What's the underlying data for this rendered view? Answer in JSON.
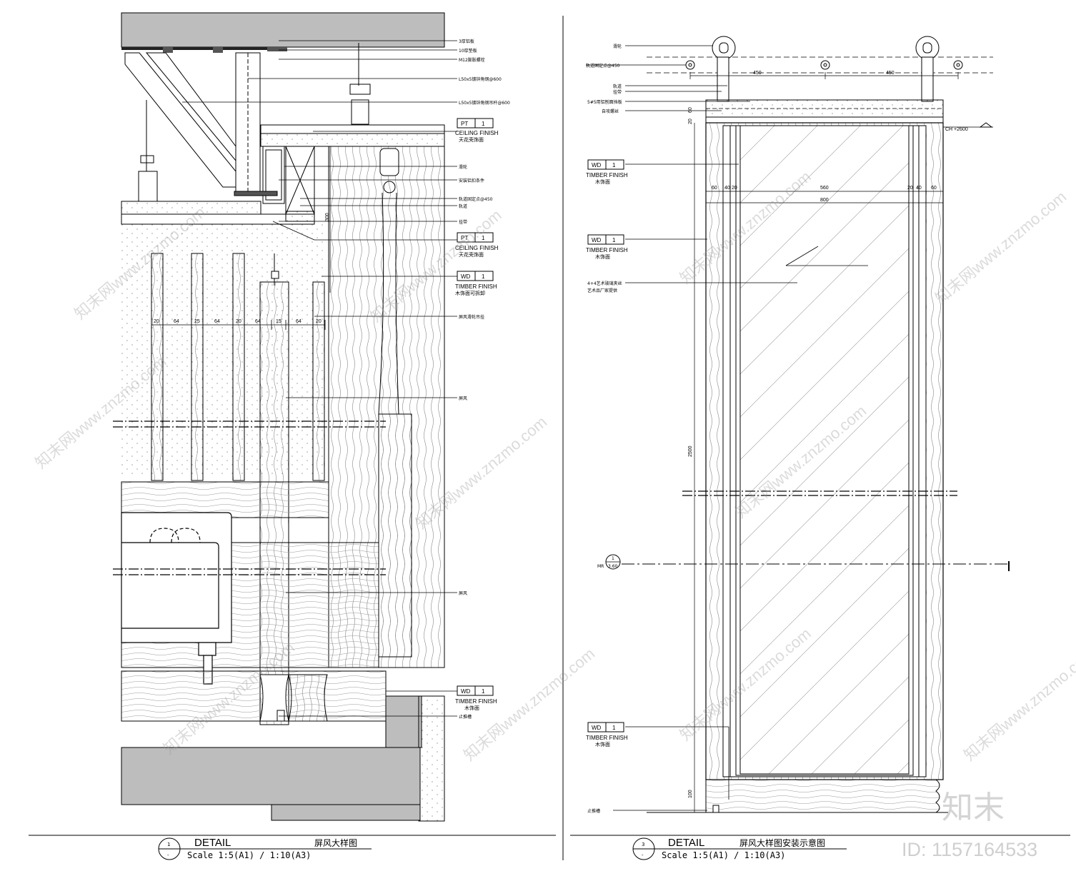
{
  "left_detail": {
    "number": "1",
    "title": "DETAIL",
    "cn_title": "屏风大样图",
    "scale_prefix": "-",
    "scale": "Scale 1:5(A1)  /  1:10(A3)",
    "callouts": [
      "3厚铝板",
      "10厚垫板",
      "M12膨胀螺栓",
      "L50x5镀锌角钢@600",
      "L50x5镀锌角钢吊杆@600",
      "滑轮",
      "安装铝扣条件",
      "轨道固定点@450",
      "轨道",
      "挂带",
      "屏风滑轮吊挂",
      "屏风",
      "屏风",
      "止推槽"
    ],
    "tags": [
      {
        "code": "PT",
        "num": "1",
        "en": "CEILING FINISH",
        "cn": "天花壳饰面"
      },
      {
        "code": "PT",
        "num": "1",
        "en": "CEILING FINISH",
        "cn": "天花壳饰面"
      },
      {
        "code": "WD",
        "num": "1",
        "en": "TIMBER FINISH",
        "cn": "木饰面可拆卸"
      },
      {
        "code": "WD",
        "num": "1",
        "en": "TIMBER FINISH",
        "cn": "木饰面"
      }
    ],
    "dims": [
      "20",
      "64",
      "25",
      "64",
      "20",
      "64",
      "15",
      "64",
      "20"
    ],
    "dim_vertical": "300"
  },
  "right_detail": {
    "number": "3",
    "title": "DETAIL",
    "cn_title": "屏风大样图安装示意图",
    "scale_prefix": "-",
    "scale": "Scale 1:5(A1)  /  1:10(A3)",
    "callouts": [
      "滑轮",
      "轨道固定点@450",
      "轨道",
      "挂带",
      "5#5用铝刨面挡板",
      "自攻螺丝",
      "4+4艺术玻璃夹丝",
      "艺术品厂家提供",
      "止推槽"
    ],
    "tags": [
      {
        "code": "WD",
        "num": "1",
        "en": "TIMBER FINISH",
        "cn": "木饰面"
      },
      {
        "code": "WD",
        "num": "1",
        "en": "TIMBER FINISH",
        "cn": "木饰面"
      },
      {
        "code": "WD",
        "num": "1",
        "en": "TIMBER FINISH",
        "cn": "木饰面"
      }
    ],
    "dims_top": [
      "450",
      "450"
    ],
    "dims_frame": [
      "60",
      "40",
      "20",
      "560",
      "20",
      "40",
      "60"
    ],
    "dim_overall": "800",
    "dim_height": "2500",
    "dim_vert_small": [
      "60",
      "20"
    ],
    "dim_bottom": "100",
    "ch_label": "CH +2600",
    "section_mark": {
      "num": "1",
      "sheet": "3.60",
      "prefix": "MR"
    }
  },
  "watermark": {
    "text": "知末网www.znzmo.com",
    "logo": "知末",
    "id": "ID: 1157164533"
  }
}
